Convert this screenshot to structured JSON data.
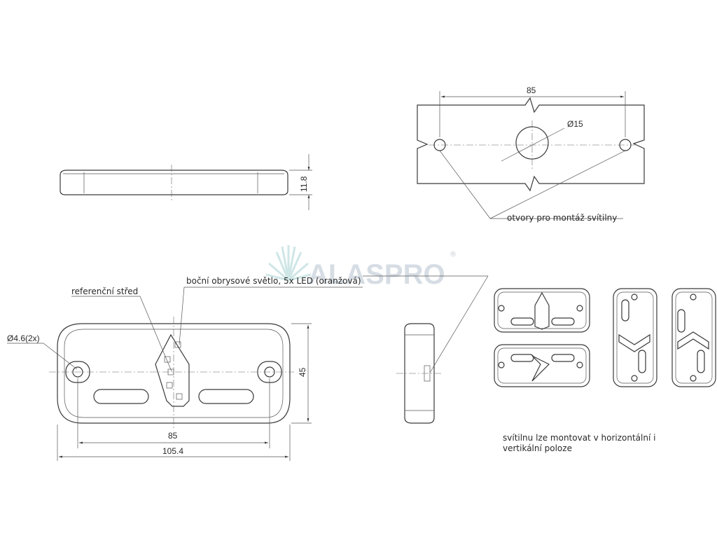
{
  "dimensions": {
    "height_side": "11.8",
    "mount_spacing": "85",
    "hole_diameter": "Ø15",
    "width_front": "45",
    "spacing_front": "85",
    "length_front": "105.4",
    "mount_hole": "Ø4.6(2x)"
  },
  "labels": {
    "mount_holes": "otvory pro montáž svítilny",
    "reference_center": "referenční střed",
    "side_light": "boční obrysové světlo, 5x LED (oranžová)",
    "orientation_line1": "svítilnu lze montovat v horizontální i",
    "orientation_line2": "vertikální poloze"
  },
  "logo": {
    "text": "ALASPRO",
    "mark": "®"
  }
}
